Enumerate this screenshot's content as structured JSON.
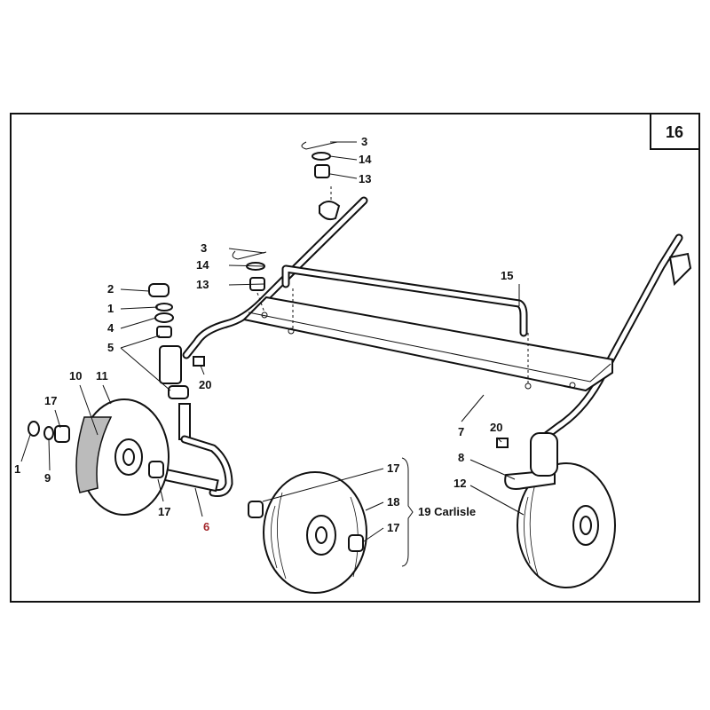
{
  "diagram": {
    "figure_number": "16",
    "callouts": [
      "3",
      "14",
      "13",
      "3",
      "14",
      "13",
      "2",
      "1",
      "4",
      "5",
      "20",
      "15",
      "10",
      "11",
      "17",
      "1",
      "9",
      "17",
      "6",
      "7",
      "20",
      "8",
      "12",
      "17",
      "18",
      "19 Carlisle",
      "17"
    ],
    "highlight_color": "#a3262a"
  }
}
